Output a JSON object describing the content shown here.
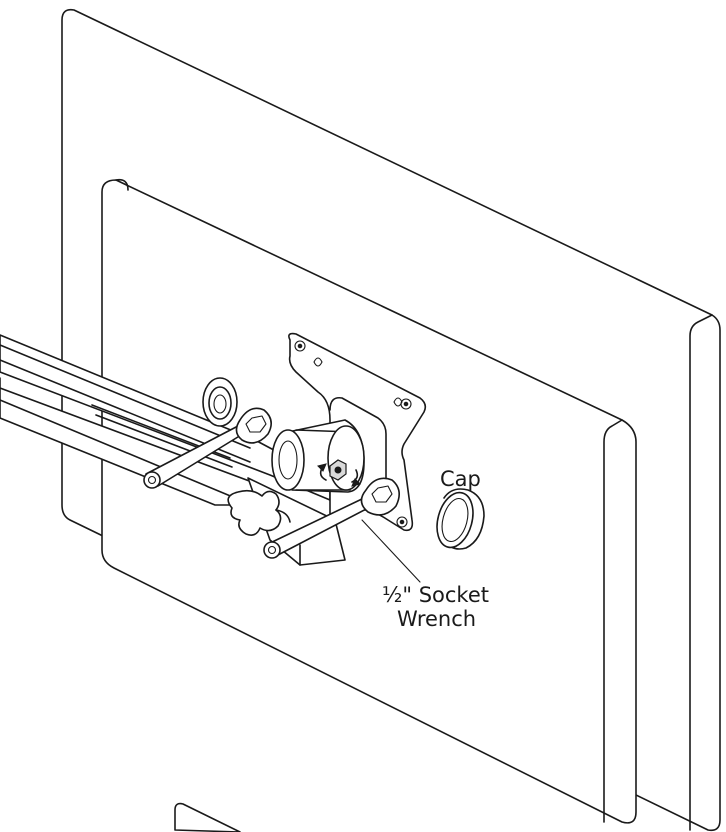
{
  "labels": {
    "cap": "Cap",
    "socket_wrench_line1": "½\" Socket",
    "socket_wrench_line2": "Wrench"
  }
}
